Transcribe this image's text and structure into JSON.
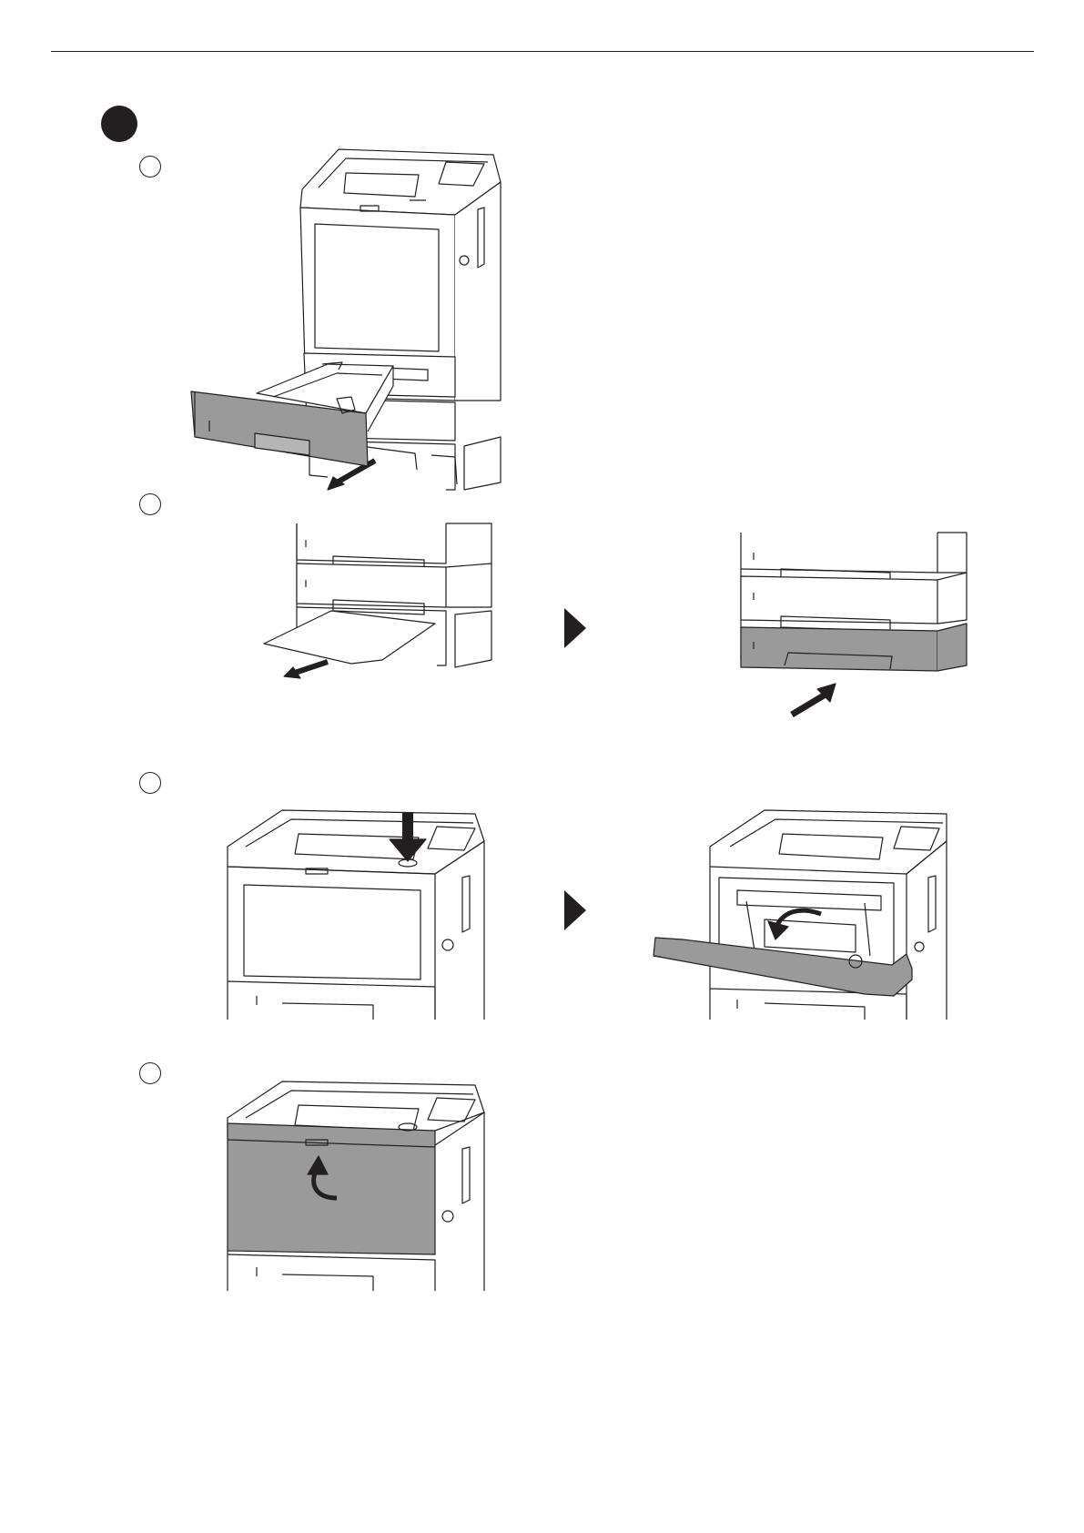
{
  "document": {
    "section_marker": "filled-circle",
    "step_markers": [
      "step-1",
      "step-2",
      "step-3",
      "step-4"
    ]
  },
  "illustrations": [
    {
      "step": 1,
      "subject": "pull-out-paper-cassette"
    },
    {
      "step": 2,
      "subject": "remove-jammed-paper"
    },
    {
      "step": 2,
      "subject": "push-cassette-back-in"
    },
    {
      "step": 3,
      "subject": "press-front-cover-release-button"
    },
    {
      "step": 3,
      "subject": "front-cover-opened"
    },
    {
      "step": 4,
      "subject": "close-front-cover"
    }
  ],
  "colors": {
    "ink": "#231f20",
    "highlight_gray": "#9a9a9a",
    "paper": "#ffffff"
  }
}
